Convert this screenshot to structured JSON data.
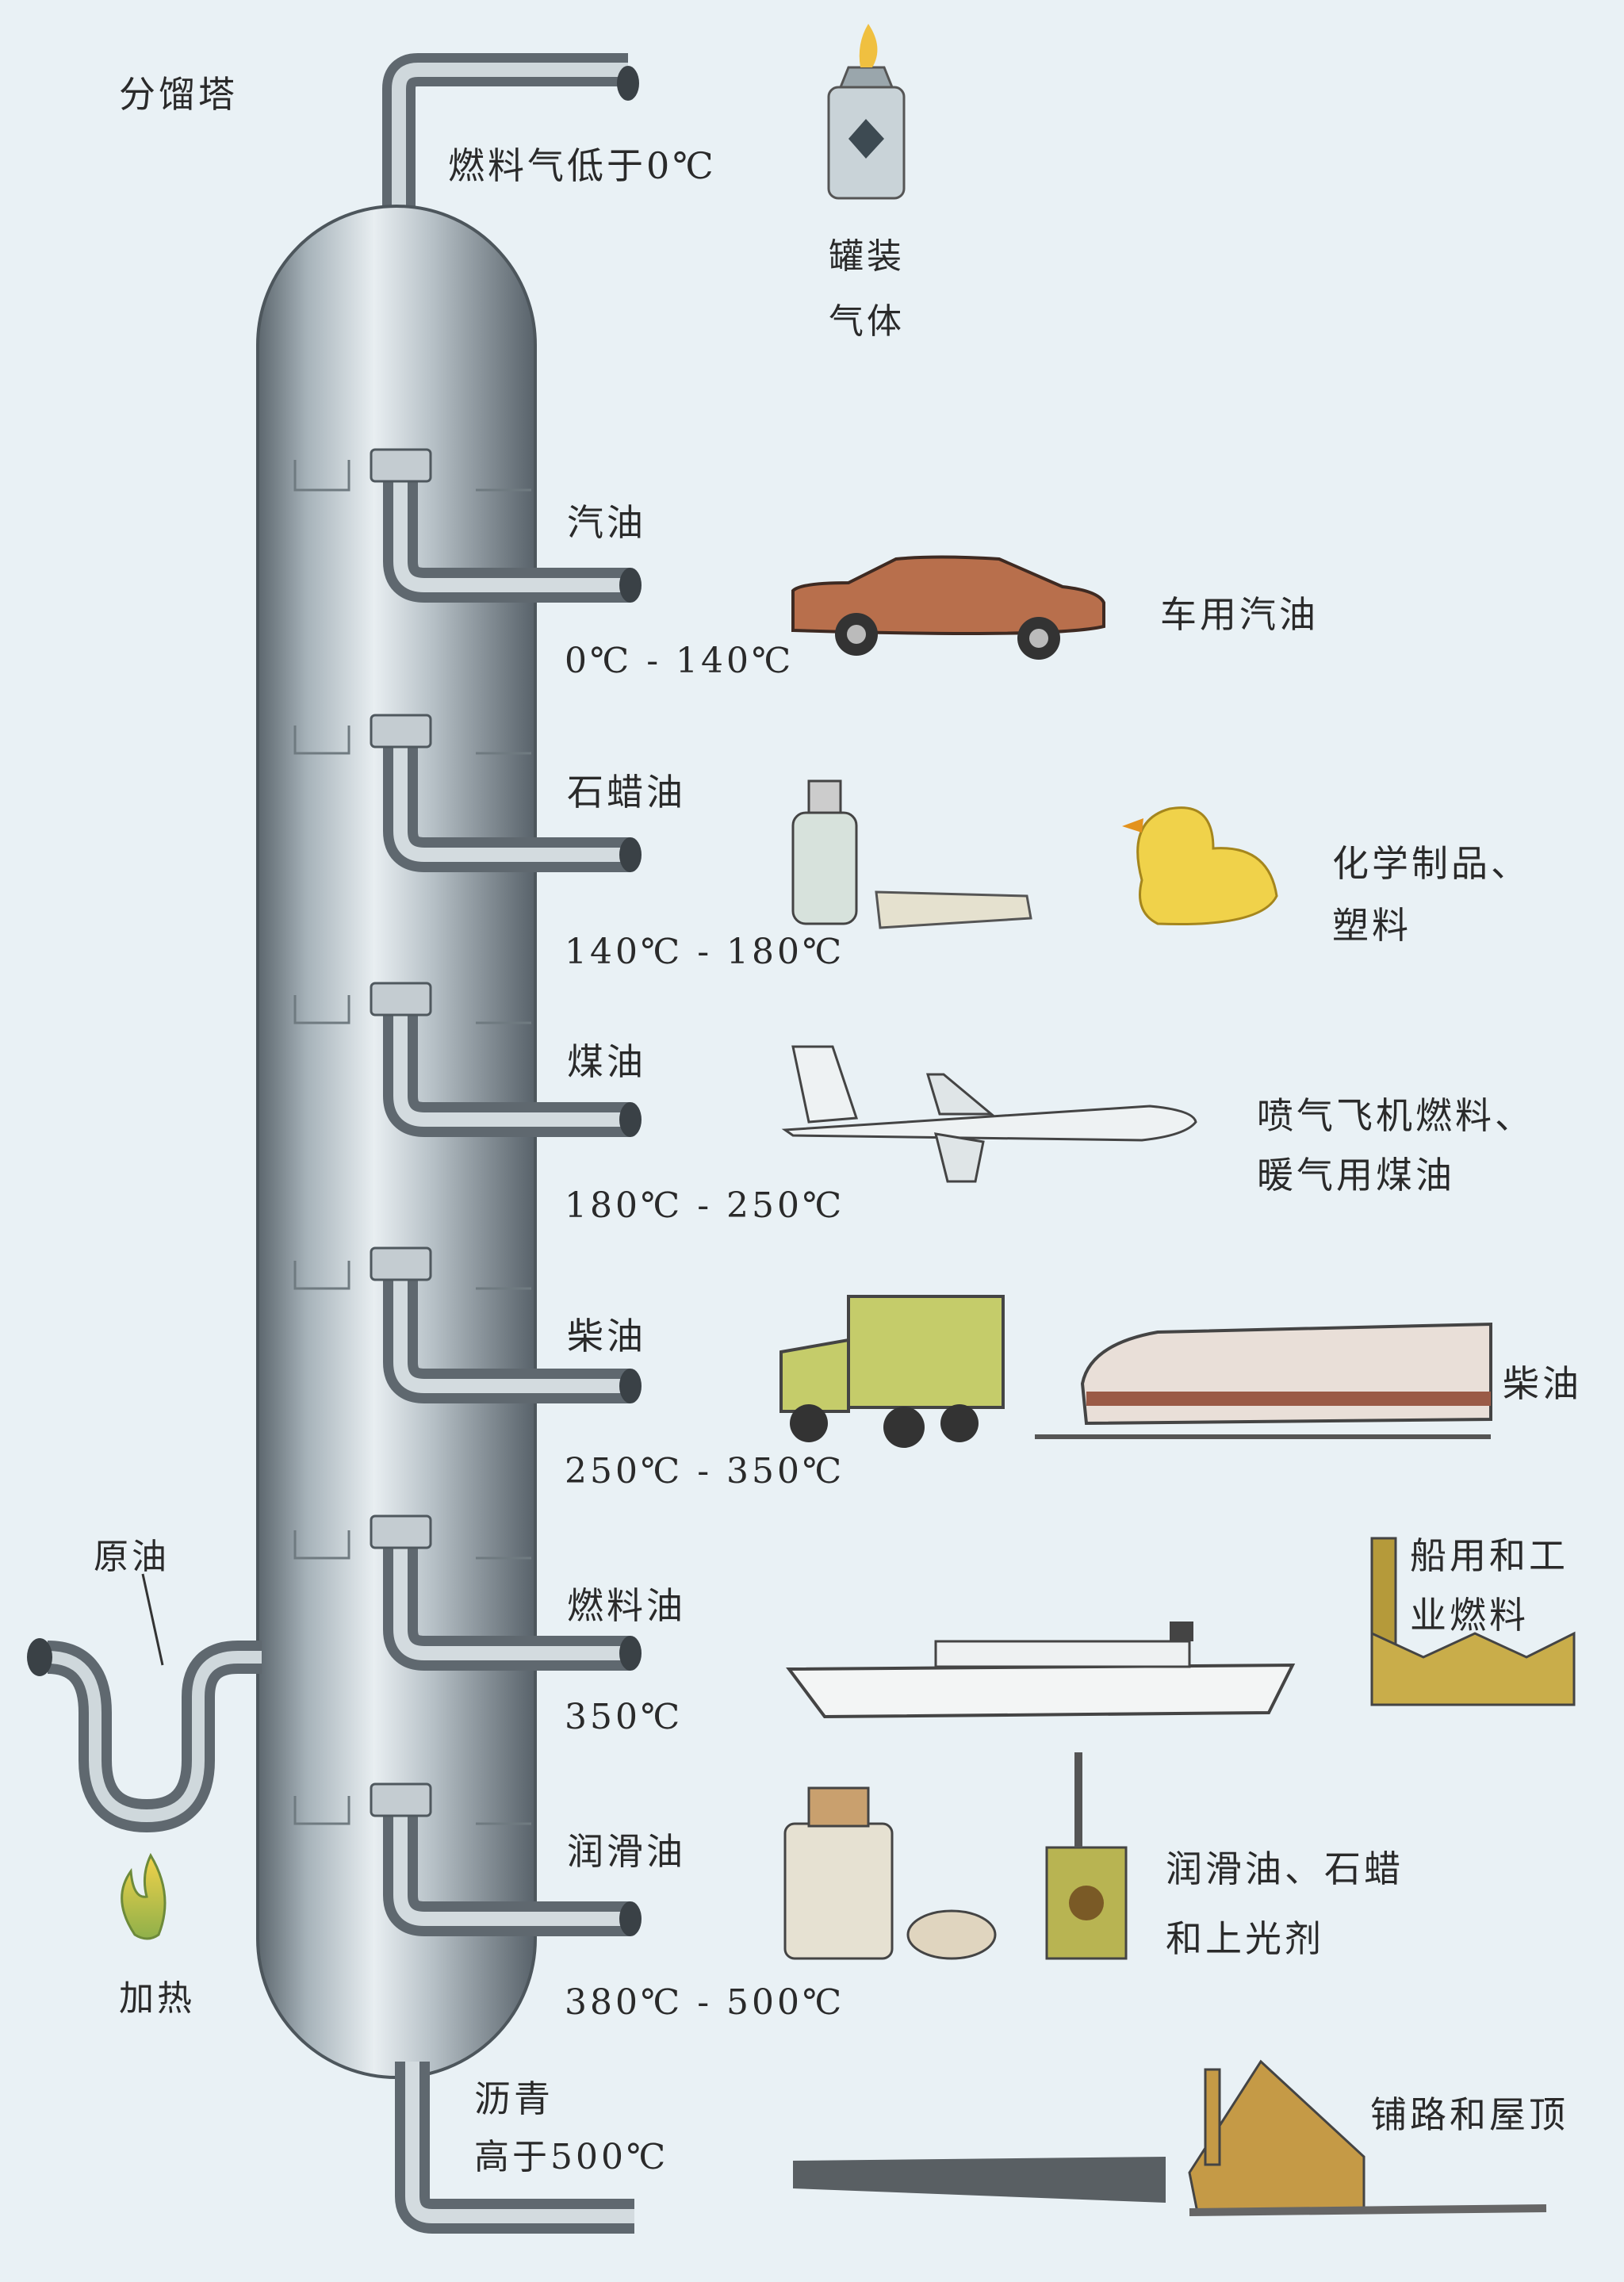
{
  "tower_title": "分馏塔",
  "crude_in": {
    "label": "原油",
    "heat": "加热"
  },
  "fractions": [
    {
      "name": "燃料气低于0℃",
      "range": "",
      "products": [
        {
          "text": "罐装"
        },
        {
          "text": "气体"
        }
      ]
    },
    {
      "name": "汽油",
      "range": "0℃ - 140℃",
      "products": [
        {
          "text": "车用汽油"
        }
      ]
    },
    {
      "name": "石蜡油",
      "range": "140℃ - 180℃",
      "products": [
        {
          "text": "化学制品、"
        },
        {
          "text": "塑料"
        }
      ]
    },
    {
      "name": "煤油",
      "range": "180℃ - 250℃",
      "products": [
        {
          "text": "喷气飞机燃料、"
        },
        {
          "text": "暖气用煤油"
        }
      ]
    },
    {
      "name": "柴油",
      "range": "250℃ - 350℃",
      "products": [
        {
          "text": "柴油"
        }
      ]
    },
    {
      "name": "燃料油",
      "range": "350℃",
      "products": [
        {
          "text": "船用和工"
        },
        {
          "text": "业燃料"
        }
      ]
    },
    {
      "name": "润滑油",
      "range": "380℃ - 500℃",
      "products": [
        {
          "text": "润滑油、石蜡"
        },
        {
          "text": "和上光剂"
        }
      ]
    },
    {
      "name": "沥青",
      "range": "高于500℃",
      "products": [
        {
          "text": "铺路和屋顶"
        }
      ]
    }
  ],
  "colors": {
    "background": "#e9f1f5",
    "steel": "#8f9ba3",
    "label": "#2a2a2a"
  }
}
